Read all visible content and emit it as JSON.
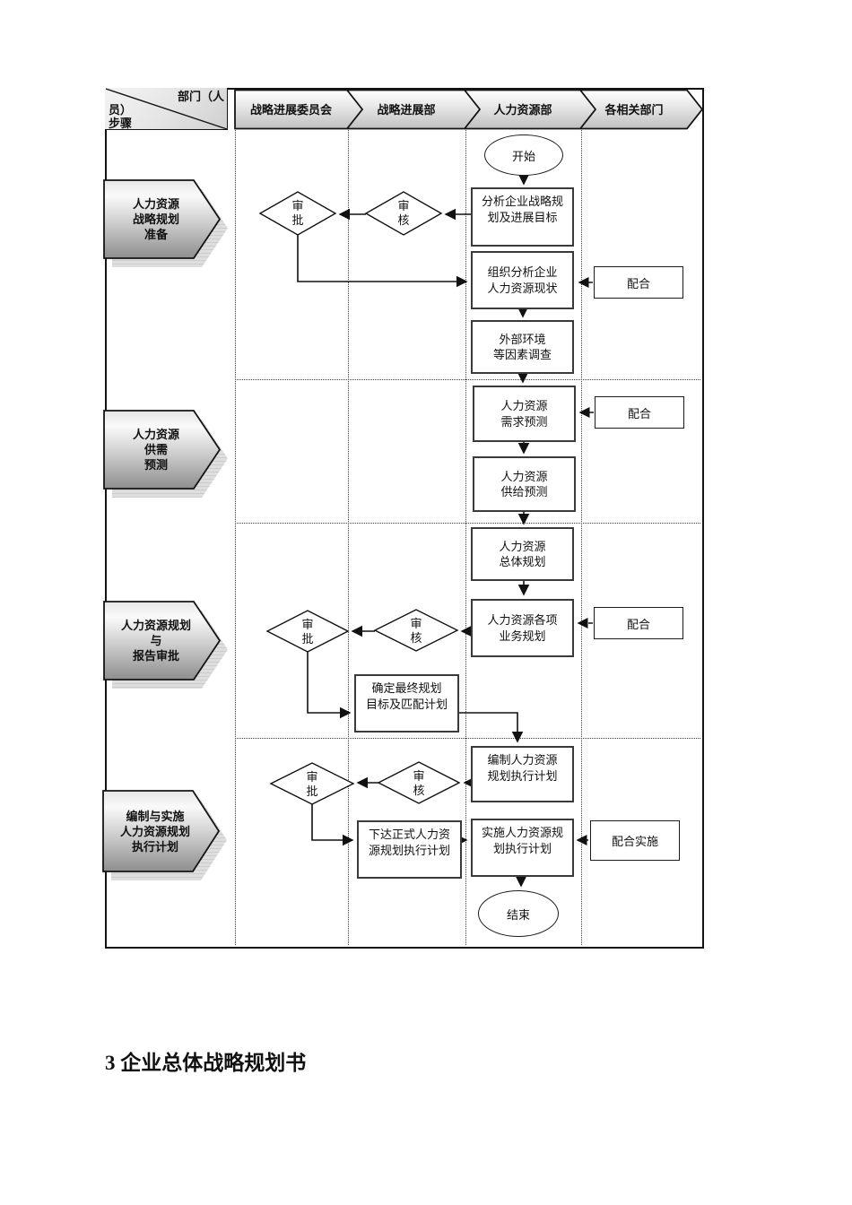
{
  "document": {
    "heading": "3 企业总体战略规划书"
  },
  "flowchart": {
    "corner": {
      "line1": "部门（人",
      "line2": "员）",
      "line3": "步骤"
    },
    "columns": [
      {
        "label": "战略进展委员会"
      },
      {
        "label": "战略进展部"
      },
      {
        "label": "人力资源部"
      },
      {
        "label": "各相关部门"
      }
    ],
    "phases": [
      {
        "label": "人力资源\n战略规划\n准备"
      },
      {
        "label": "人力资源\n供需\n预测"
      },
      {
        "label": "人力资源规划\n与\n报告审批"
      },
      {
        "label": "编制与实施\n人力资源规划\n执行计划"
      }
    ],
    "terminals": {
      "start": "开始",
      "end": "结束"
    },
    "decisions": {
      "approve": "审批",
      "review": "审核"
    },
    "steps": {
      "analyze_strategy": "分析企业战略规\n划及进展目标",
      "org_analysis": "组织分析企业\n人力资源现状",
      "external_survey": "外部环境\n等因素调查",
      "demand_forecast": "人力资源\n需求预测",
      "supply_forecast": "人力资源\n供给预测",
      "overall_plan": "人力资源\n总体规划",
      "business_plans": "人力资源各项\n业务规划",
      "final_plan": "确定最终规划\n目标及匹配计划",
      "compile_exec_plan": "编制人力资源\n规划执行计划",
      "issue_exec_plan": "下达正式人力资\n源规划执行计划",
      "implement_exec_plan": "实施人力资源规\n划执行计划",
      "cooperate": "配合",
      "cooperate_implement": "配合实施"
    }
  }
}
